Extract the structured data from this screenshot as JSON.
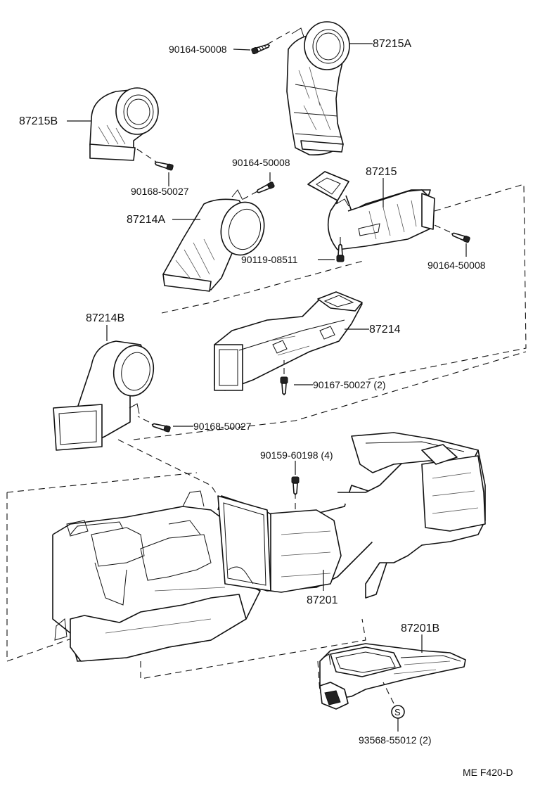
{
  "labels": {
    "p87215A": "87215A",
    "p90164_top": "90164-50008",
    "p87215B": "87215B",
    "p90168_top": "90168-50027",
    "p90164_mid": "90164-50008",
    "p87215": "87215",
    "p87214A": "87214A",
    "p90119": "90119-08511",
    "p90164_right": "90164-50008",
    "p87214B": "87214B",
    "p87214": "87214",
    "p90167": "90167-50027 (2)",
    "p90168_low": "90168-50027",
    "p90159": "90159-60198 (4)",
    "p87201": "87201",
    "p87201B": "87201B",
    "symbol_s": "S",
    "p93568": "93568-55012 (2)",
    "page_code": "ME  F420-D"
  },
  "icons": [
    "screw-icon",
    "clip-icon"
  ]
}
